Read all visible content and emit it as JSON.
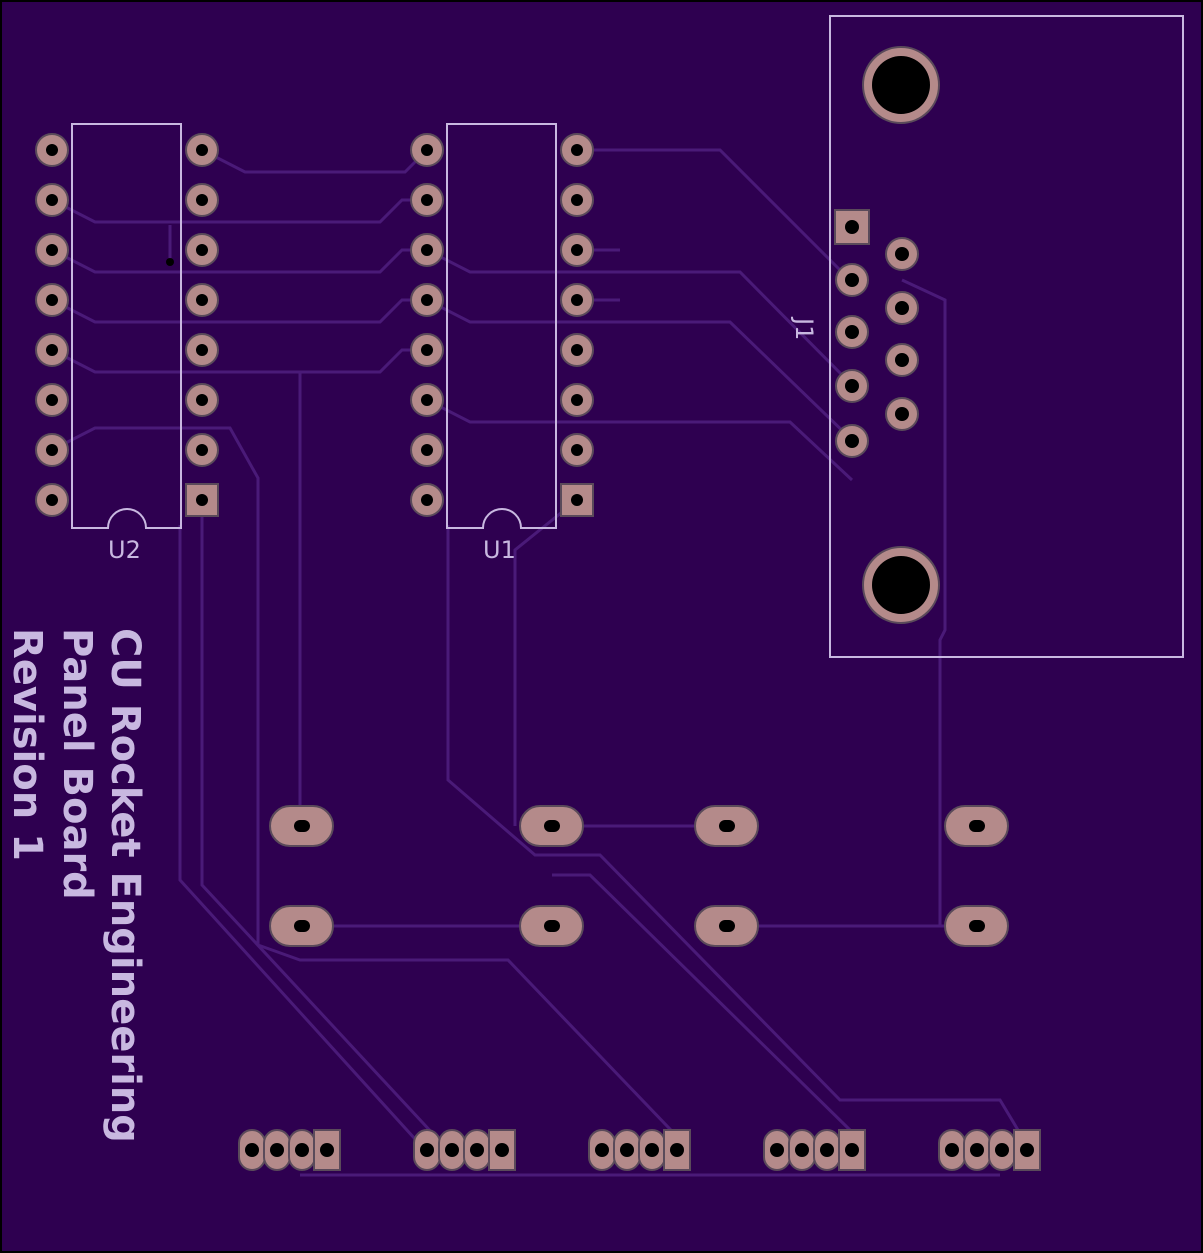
{
  "board": {
    "colors": {
      "substrate": "#2e0050",
      "trace": "#4a1a78",
      "silkscreen": "#c8b8e0",
      "pad": "#b48a8a",
      "drill": "#000000"
    },
    "title_lines": [
      "CU Rocket Engineering",
      "Panel Board",
      "Revision 1"
    ]
  },
  "components": {
    "u2": {
      "ref": "U2",
      "type": "dip-16"
    },
    "u1": {
      "ref": "U1",
      "type": "dip-16"
    },
    "j1": {
      "ref": "J1",
      "type": "db9-connector"
    }
  }
}
